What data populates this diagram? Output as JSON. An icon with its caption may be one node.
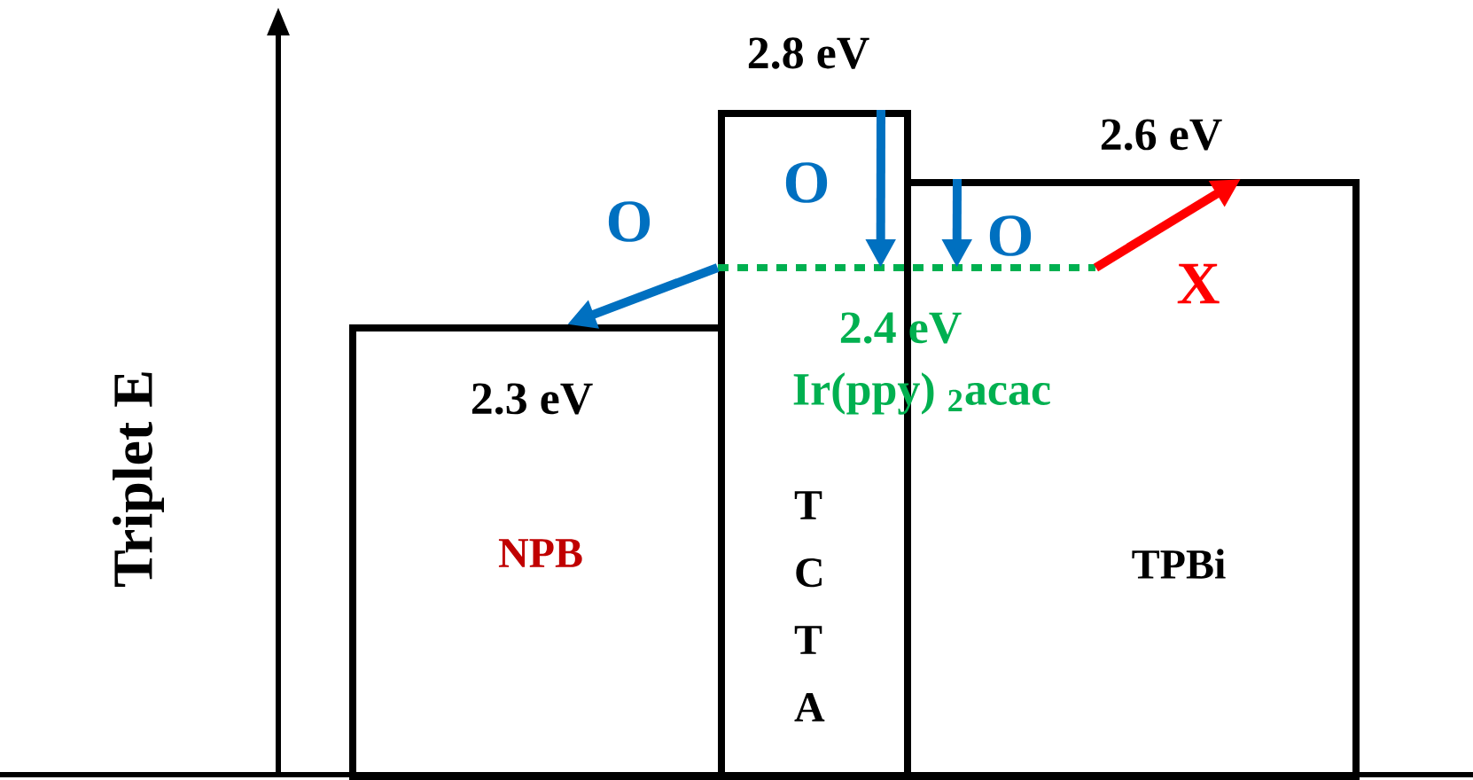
{
  "diagram": {
    "nodes": [
      {
        "text": [
          "2.3 eV",
          "NPB"
        ]
      },
      {
        "text": [
          "2.8 eV",
          "T C T A"
        ]
      },
      {
        "text": [
          "2.6 eV",
          "TPBi"
        ]
      },
      {
        "text": [
          "2.4 eV",
          "Ir(ppy) $_{2}$acac"
        ]
      }
    ],
    "edges": [
      {
        "from": 3,
        "to": 0,
        "arrow": "to",
        "label": "O"
      },
      {
        "from": 1,
        "to": 3,
        "arrow": "to",
        "label": "O"
      },
      {
        "from": 2,
        "to": 3,
        "arrow": "to",
        "label": "O"
      },
      {
        "from": 3,
        "to": 2,
        "arrow": "to",
        "label": "X",
        "color": "#ff0000"
      }
    ],
    "labels": [
      "Triplet E"
    ]
  }
}
